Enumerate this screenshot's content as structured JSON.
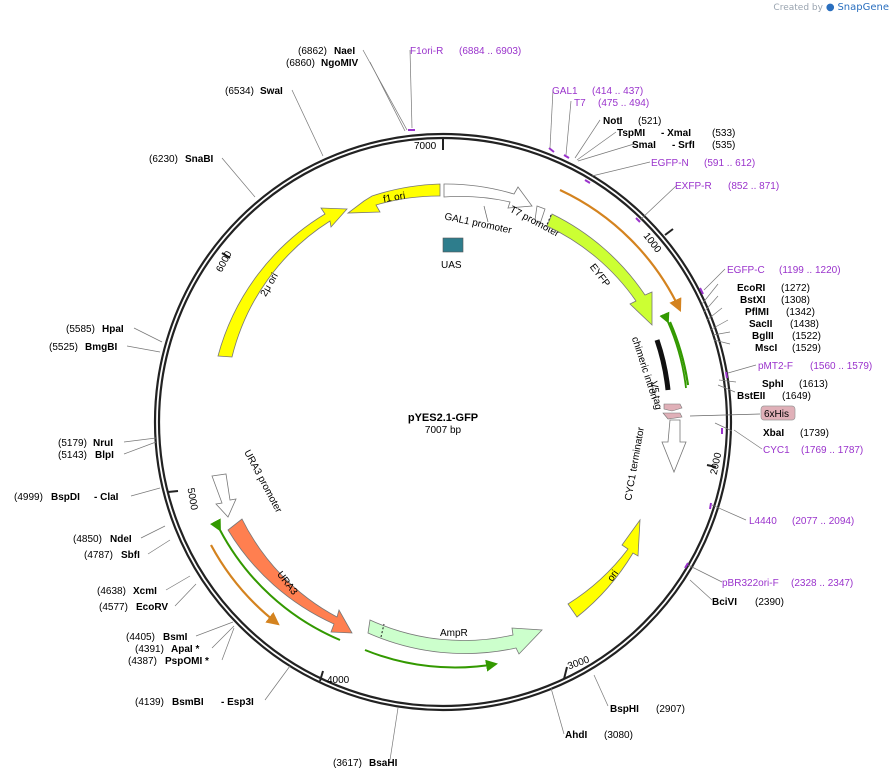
{
  "credit": {
    "prefix": "Created by",
    "brand": "SnapGene"
  },
  "plasmid": {
    "name": "pYES2.1-GFP",
    "length": "7007 bp"
  },
  "ticks": [
    "1000",
    "2000",
    "3000",
    "4000",
    "5000",
    "6000",
    "7000"
  ],
  "features": [
    {
      "name": "f1 ori"
    },
    {
      "name": "GAL1 promoter"
    },
    {
      "name": "T7 promoter"
    },
    {
      "name": "UAS"
    },
    {
      "name": "EYFP"
    },
    {
      "name": "chimeric intron"
    },
    {
      "name": "V5 tag"
    },
    {
      "name": "6xHis"
    },
    {
      "name": "CYC1 terminator"
    },
    {
      "name": "ori"
    },
    {
      "name": "AmpR"
    },
    {
      "name": "URA3"
    },
    {
      "name": "URA3 promoter"
    },
    {
      "name": "2μ ori"
    }
  ],
  "enzymes": [
    {
      "pos": "(6862)",
      "name": "NaeI",
      "extra": ""
    },
    {
      "pos": "(6860)",
      "name": "NgoMIV",
      "extra": ""
    },
    {
      "pos": "(6534)",
      "name": "SwaI",
      "extra": ""
    },
    {
      "pos": "(6230)",
      "name": "SnaBI",
      "extra": ""
    },
    {
      "pos": "(5585)",
      "name": "HpaI",
      "extra": ""
    },
    {
      "pos": "(5525)",
      "name": "BmgBI",
      "extra": ""
    },
    {
      "pos": "(5179)",
      "name": "NruI",
      "extra": ""
    },
    {
      "pos": "(5143)",
      "name": "BlpI",
      "extra": ""
    },
    {
      "pos": "(4999)",
      "name": "BspDI",
      "extra": "- ClaI"
    },
    {
      "pos": "(4850)",
      "name": "NdeI",
      "extra": ""
    },
    {
      "pos": "(4787)",
      "name": "SbfI",
      "extra": ""
    },
    {
      "pos": "(4638)",
      "name": "XcmI",
      "extra": ""
    },
    {
      "pos": "(4577)",
      "name": "EcoRV",
      "extra": ""
    },
    {
      "pos": "(4405)",
      "name": "BsmI",
      "extra": ""
    },
    {
      "pos": "(4391)",
      "name": "ApaI *",
      "extra": ""
    },
    {
      "pos": "(4387)",
      "name": "PspOMI *",
      "extra": ""
    },
    {
      "pos": "(4139)",
      "name": "BsmBI",
      "extra": "- Esp3I"
    },
    {
      "pos": "(3617)",
      "name": "BsaHI",
      "extra": ""
    },
    {
      "pos": "(3080)",
      "name": "AhdI",
      "extra": ""
    },
    {
      "pos": "(2907)",
      "name": "BspHI",
      "extra": ""
    },
    {
      "pos": "(2390)",
      "name": "BciVI",
      "extra": ""
    },
    {
      "pos": "(1739)",
      "name": "XbaI",
      "extra": ""
    },
    {
      "pos": "(1649)",
      "name": "BstEII",
      "extra": ""
    },
    {
      "pos": "(1613)",
      "name": "SphI",
      "extra": ""
    },
    {
      "pos": "(1529)",
      "name": "MscI",
      "extra": ""
    },
    {
      "pos": "(1522)",
      "name": "BglII",
      "extra": ""
    },
    {
      "pos": "(1438)",
      "name": "SacII",
      "extra": ""
    },
    {
      "pos": "(1342)",
      "name": "PflMI",
      "extra": ""
    },
    {
      "pos": "(1308)",
      "name": "BstXI",
      "extra": ""
    },
    {
      "pos": "(1272)",
      "name": "EcoRI",
      "extra": ""
    },
    {
      "pos": "(521)",
      "name": "NotI",
      "extra": ""
    },
    {
      "pos": "(533)",
      "name": "TspMI",
      "extra": "- XmaI"
    },
    {
      "pos": "(535)",
      "name": "SmaI",
      "extra": "- SrfI"
    }
  ],
  "primers": [
    {
      "name": "F1ori-R",
      "range": "(6884 .. 6903)"
    },
    {
      "name": "GAL1",
      "range": "(414 .. 437)"
    },
    {
      "name": "T7",
      "range": "(475 .. 494)"
    },
    {
      "name": "EGFP-N",
      "range": "(591 .. 612)"
    },
    {
      "name": "EXFP-R",
      "range": "(852 .. 871)"
    },
    {
      "name": "EGFP-C",
      "range": "(1199 .. 1220)"
    },
    {
      "name": "pMT2-F",
      "range": "(1560 .. 1579)"
    },
    {
      "name": "CYC1",
      "range": "(1769 .. 1787)"
    },
    {
      "name": "L4440",
      "range": "(2077 .. 2094)"
    },
    {
      "name": "pBR322ori-F",
      "range": "(2328 .. 2347)"
    }
  ],
  "colors": {
    "yellow": "#ffff00",
    "eyfp": "#ccff33",
    "ura3": "#ff7f50",
    "ampr": "#ccffcc",
    "uas": "#2e7d8c",
    "his": "#e0b0b8",
    "primer": "#9a33cc",
    "orange": "#d4831f",
    "green": "#339900"
  }
}
